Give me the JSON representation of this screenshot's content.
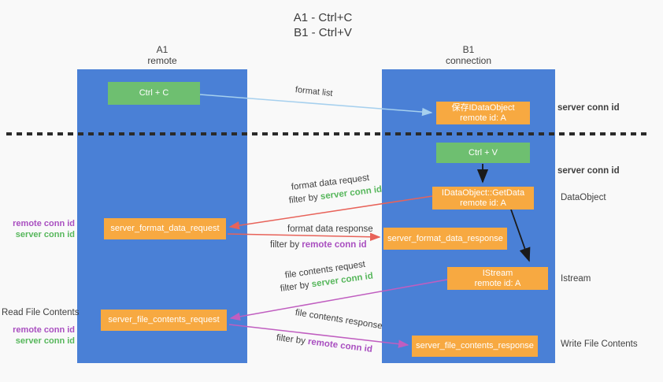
{
  "colors": {
    "background": "#f9f9f9",
    "lane_blue": "#4a80d6",
    "box_orange": "#f7a941",
    "box_green": "#6ebf70",
    "text_green": "#57b75c",
    "text_purple": "#a94fc0",
    "arrow_red": "#e8635a",
    "arrow_magenta": "#c05ec0",
    "arrow_lightblue": "#a6d0ee",
    "arrow_black": "#1a1a1a",
    "divider_black": "#2b2b2b",
    "text_dark": "#3c3c3c",
    "text_gray": "#3f3f3f"
  },
  "title": {
    "line1": "A1 - Ctrl+C",
    "line2": "B1 - Ctrl+V"
  },
  "lanes": {
    "left": {
      "name": "A1",
      "role": "remote"
    },
    "right": {
      "name": "B1",
      "role": "connection"
    }
  },
  "boxes": {
    "ctrl_c": {
      "label": "Ctrl + C"
    },
    "ctrl_v": {
      "label": "Ctrl + V"
    },
    "save_idataobject": {
      "line1": "保存IDataObject",
      "line2": "remote id: A"
    },
    "idataobject_getdata": {
      "line1": "IDataObject::GetData",
      "line2": "remote id: A"
    },
    "istream": {
      "line1": "IStream",
      "line2": "remote id: A"
    },
    "server_format_data_request": {
      "label": "server_format_data_request"
    },
    "server_format_data_response": {
      "label": "server_format_data_response"
    },
    "server_file_contents_request": {
      "label": "server_file_contents_request"
    },
    "server_file_contents_response": {
      "label": "server_file_contents_response"
    }
  },
  "arrow_labels": {
    "format_list": "format list",
    "format_data_request": "format data request",
    "format_data_response": "format data response",
    "file_contents_request": "file contents request",
    "file_contents_response": "file contents response",
    "filter_by": "filter by",
    "server_conn_id": "server conn id",
    "remote_conn_id": "remote conn id"
  },
  "side_labels": {
    "server_conn_id_right_top": "server conn id",
    "server_conn_id_right_mid": "server conn id",
    "dataobject": "DataObject",
    "istream": "Istream",
    "write_file_contents": "Write File Contents",
    "read_file_contents": "Read File Contents",
    "remote_conn_id_left": "remote conn id",
    "server_conn_id_left": "server conn id"
  }
}
